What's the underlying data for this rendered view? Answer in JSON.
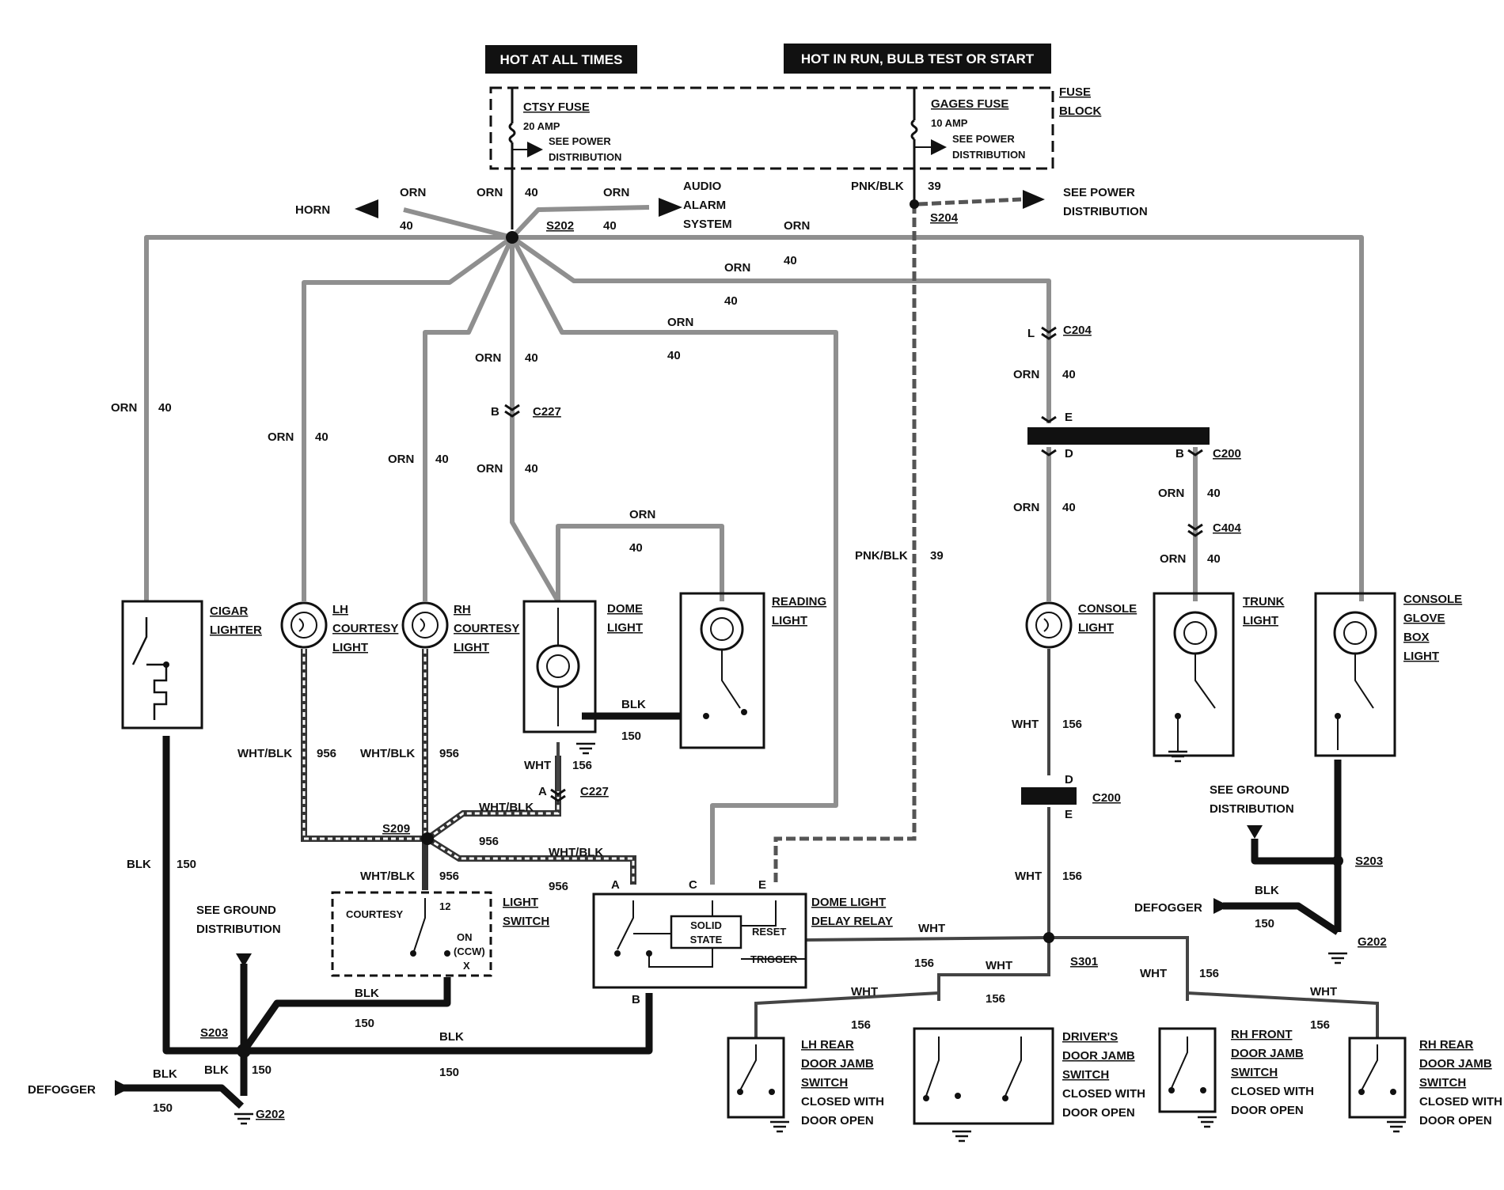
{
  "headers": {
    "hot_at_all_times": "HOT AT ALL TIMES",
    "hot_in_run": "HOT IN RUN,  BULB TEST OR START"
  },
  "fuse_block": {
    "line1": "FUSE",
    "line2": "BLOCK",
    "ctsy_fuse": {
      "name": "CTSY FUSE",
      "rating": "20 AMP",
      "note1": "SEE POWER",
      "note2": "DISTRIBUTION"
    },
    "gages_fuse": {
      "name": "GAGES FUSE",
      "rating": "10 AMP",
      "note1": "SEE POWER",
      "note2": "DISTRIBUTION"
    }
  },
  "wires": {
    "orn": "ORN",
    "c40": "40",
    "pnkblk": "PNK/BLK",
    "c39": "39",
    "whtblk": "WHT/BLK",
    "c956": "956",
    "wht": "WHT",
    "c156": "156",
    "blk": "BLK",
    "c150": "150"
  },
  "splices": {
    "s202": "S202",
    "s204": "S204",
    "s209": "S209",
    "s301": "S301",
    "s203": "S203"
  },
  "grounds": {
    "g202": "G202"
  },
  "connectors": {
    "c227": "C227",
    "c204": "C204",
    "c200": "C200",
    "c404": "C404"
  },
  "pins": {
    "a": "A",
    "b": "B",
    "c": "C",
    "d": "D",
    "e": "E",
    "l": "L"
  },
  "destinations": {
    "horn": "HORN",
    "audio1": "AUDIO",
    "audio2": "ALARM",
    "audio3": "SYSTEM",
    "see_power1": "SEE POWER",
    "see_power2": "DISTRIBUTION",
    "see_ground1": "SEE GROUND",
    "see_ground2": "DISTRIBUTION",
    "defogger": "DEFOGGER"
  },
  "components": {
    "cigar1": "CIGAR",
    "cigar2": "LIGHTER",
    "lh1": "LH",
    "lh2": "COURTESY",
    "lh3": "LIGHT",
    "rh1": "RH",
    "rh2": "COURTESY",
    "rh3": "LIGHT",
    "dome1": "DOME",
    "dome2": "LIGHT",
    "reading1": "READING",
    "reading2": "LIGHT",
    "console1": "CONSOLE",
    "console2": "LIGHT",
    "trunk1": "TRUNK",
    "trunk2": "LIGHT",
    "glove1": "CONSOLE",
    "glove2": "GLOVE",
    "glove3": "BOX",
    "glove4": "LIGHT",
    "ls1": "LIGHT",
    "ls2": "SWITCH",
    "ls_courtesy": "COURTESY",
    "ls_12": "12",
    "ls_on": "ON",
    "ls_ccw": "(CCW)",
    "ls_x": "X",
    "relay1": "DOME LIGHT",
    "relay2": "DELAY RELAY",
    "solid1": "SOLID",
    "solid2": "STATE",
    "reset": "RESET",
    "trigger": "TRIGGER",
    "lhr1": "LH REAR",
    "lhr2": "DOOR JAMB",
    "lhr3": "SWITCH",
    "lhr4": "CLOSED WITH",
    "lhr5": "DOOR OPEN",
    "drv1": "DRIVER'S",
    "drv2": "DOOR JAMB",
    "drv3": "SWITCH",
    "drv4": "CLOSED WITH",
    "drv5": "DOOR OPEN",
    "rhf1": "RH FRONT",
    "rhf2": "DOOR JAMB",
    "rhf3": "SWITCH",
    "rhf4": "CLOSED WITH",
    "rhf5": "DOOR OPEN",
    "rhr1": "RH REAR",
    "rhr2": "DOOR JAMB",
    "rhr3": "SWITCH",
    "rhr4": "CLOSED WITH",
    "rhr5": "DOOR OPEN"
  }
}
